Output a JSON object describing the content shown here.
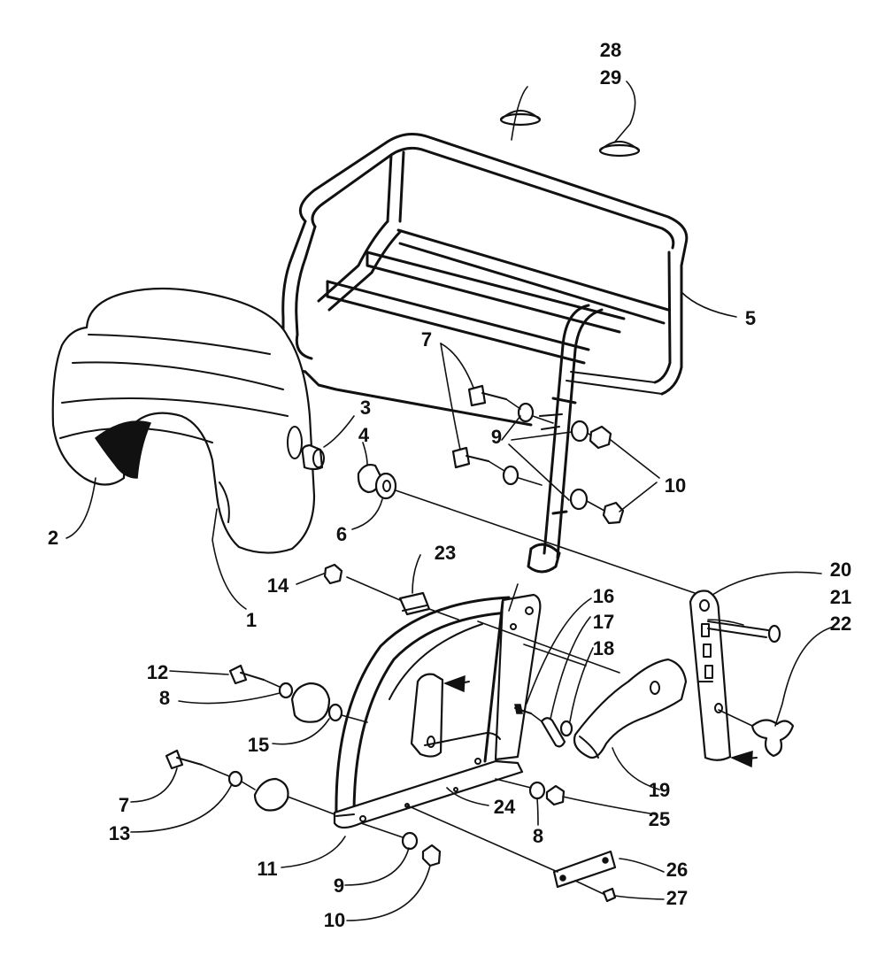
{
  "diagram": {
    "callouts": [
      {
        "id": "c28",
        "text": "28"
      },
      {
        "id": "c29",
        "text": "29"
      },
      {
        "id": "c5",
        "text": "5"
      },
      {
        "id": "c7a",
        "text": "7"
      },
      {
        "id": "c9a",
        "text": "9"
      },
      {
        "id": "c10a",
        "text": "10"
      },
      {
        "id": "c3",
        "text": "3"
      },
      {
        "id": "c4",
        "text": "4"
      },
      {
        "id": "c6",
        "text": "6"
      },
      {
        "id": "c2",
        "text": "2"
      },
      {
        "id": "c1",
        "text": "1"
      },
      {
        "id": "c14",
        "text": "14"
      },
      {
        "id": "c23",
        "text": "23"
      },
      {
        "id": "c20",
        "text": "20"
      },
      {
        "id": "c21",
        "text": "21"
      },
      {
        "id": "c22",
        "text": "22"
      },
      {
        "id": "c16",
        "text": "16"
      },
      {
        "id": "c17",
        "text": "17"
      },
      {
        "id": "c18",
        "text": "18"
      },
      {
        "id": "c12",
        "text": "12"
      },
      {
        "id": "c8a",
        "text": "8"
      },
      {
        "id": "c15",
        "text": "15"
      },
      {
        "id": "c19",
        "text": "19"
      },
      {
        "id": "c7b",
        "text": "7"
      },
      {
        "id": "c13",
        "text": "13"
      },
      {
        "id": "c24",
        "text": "24"
      },
      {
        "id": "c8b",
        "text": "8"
      },
      {
        "id": "c25",
        "text": "25"
      },
      {
        "id": "c11",
        "text": "11"
      },
      {
        "id": "c26",
        "text": "26"
      },
      {
        "id": "c9b",
        "text": "9"
      },
      {
        "id": "c27",
        "text": "27"
      },
      {
        "id": "c10b",
        "text": "10"
      }
    ]
  }
}
